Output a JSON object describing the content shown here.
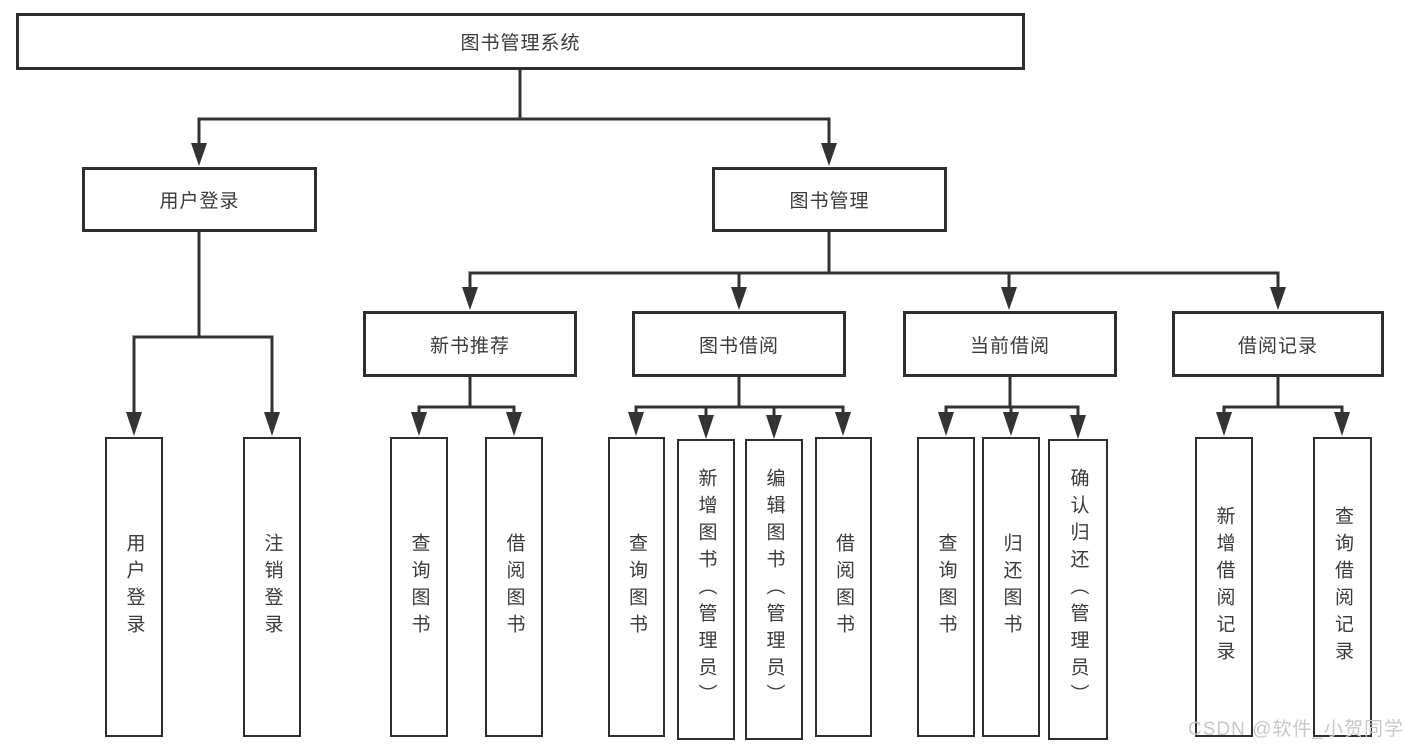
{
  "tree": {
    "root": {
      "label": "图书管理系统",
      "children": [
        {
          "label": "用户登录",
          "children": [
            {
              "label": "用户登录"
            },
            {
              "label": "注销登录"
            }
          ]
        },
        {
          "label": "图书管理",
          "children": [
            {
              "label": "新书推荐",
              "children": [
                {
                  "label": "查询图书"
                },
                {
                  "label": "借阅图书"
                }
              ]
            },
            {
              "label": "图书借阅",
              "children": [
                {
                  "label": "查询图书"
                },
                {
                  "label": "新增图书（管理员）"
                },
                {
                  "label": "编辑图书（管理员）"
                },
                {
                  "label": "借阅图书"
                }
              ]
            },
            {
              "label": "当前借阅",
              "children": [
                {
                  "label": "查询图书"
                },
                {
                  "label": "归还图书"
                },
                {
                  "label": "确认归还（管理员）"
                }
              ]
            },
            {
              "label": "借阅记录",
              "children": [
                {
                  "label": "新增借阅记录"
                },
                {
                  "label": "查询借阅记录"
                }
              ]
            }
          ]
        }
      ]
    }
  },
  "watermark": "CSDN @软件_小贺同学",
  "colors": {
    "line": "#333333",
    "box_border": "#2e2e2e",
    "text": "#3a3a3a",
    "watermark": "#c8c8c8",
    "background": "#ffffff"
  }
}
